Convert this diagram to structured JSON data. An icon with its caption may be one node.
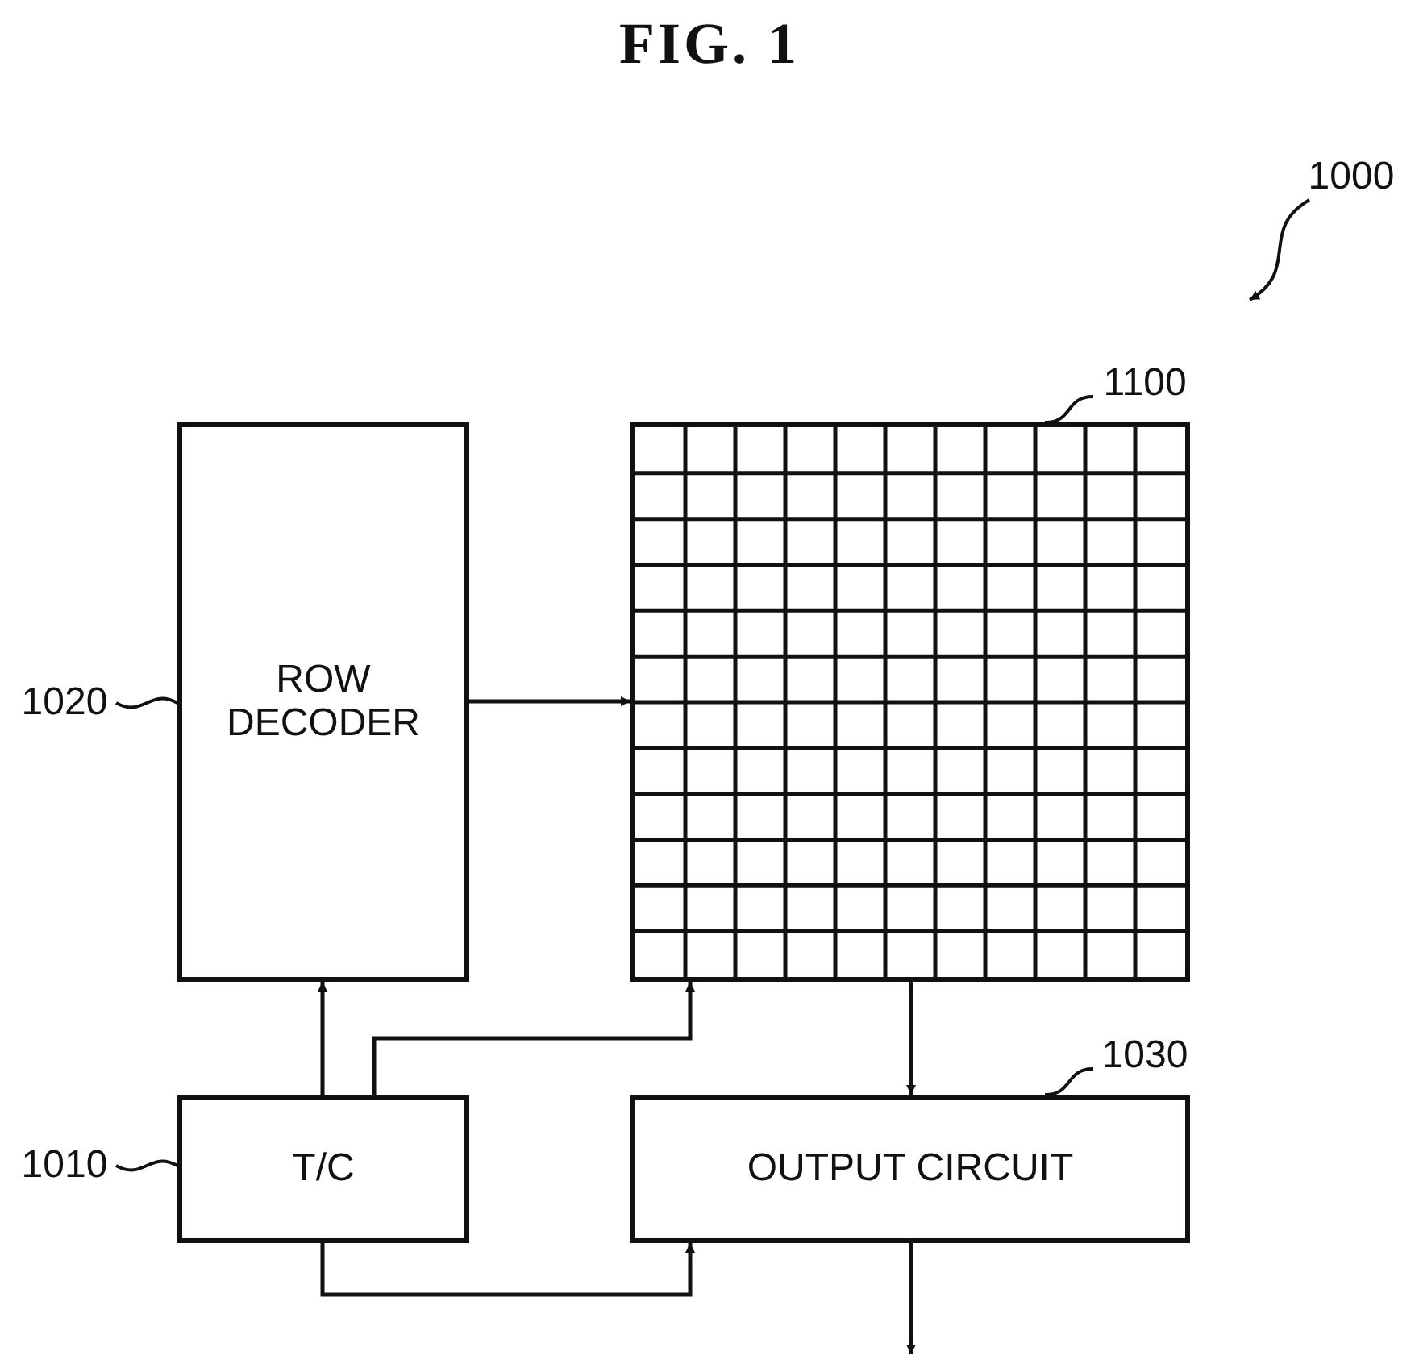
{
  "diagram": {
    "title": "FIG. 1",
    "nodes": [
      {
        "text": [
          "ROW DECODER"
        ]
      },
      {
        "text": [],
        "shape": "grid"
      },
      {
        "text": [
          "T/C"
        ]
      },
      {
        "text": [
          "OUTPUT CIRCUIT"
        ]
      },
      {
        "text": [
          "1000"
        ]
      },
      {
        "text": [
          "1100"
        ]
      },
      {
        "text": [
          "1020"
        ]
      },
      {
        "text": [
          "1010"
        ]
      },
      {
        "text": [
          "1030"
        ]
      }
    ],
    "edges": [
      {
        "from": 0,
        "to": 1,
        "arrow": "to"
      },
      {
        "from": 2,
        "to": 0,
        "arrow": "to"
      },
      {
        "from": 2,
        "to": 1,
        "arrow": "to"
      },
      {
        "from": 2,
        "to": 3,
        "arrow": "to"
      },
      {
        "from": 1,
        "to": 3,
        "arrow": "to"
      },
      {
        "from": 3,
        "to": null,
        "arrow": "to"
      },
      {
        "from": 6,
        "to": 0,
        "arrow": "none"
      },
      {
        "from": 7,
        "to": 2,
        "arrow": "none"
      },
      {
        "from": 5,
        "to": 1,
        "arrow": "none"
      },
      {
        "from": 8,
        "to": 3,
        "arrow": "none"
      },
      {
        "from": 4,
        "to": null,
        "arrow": "to"
      }
    ]
  }
}
